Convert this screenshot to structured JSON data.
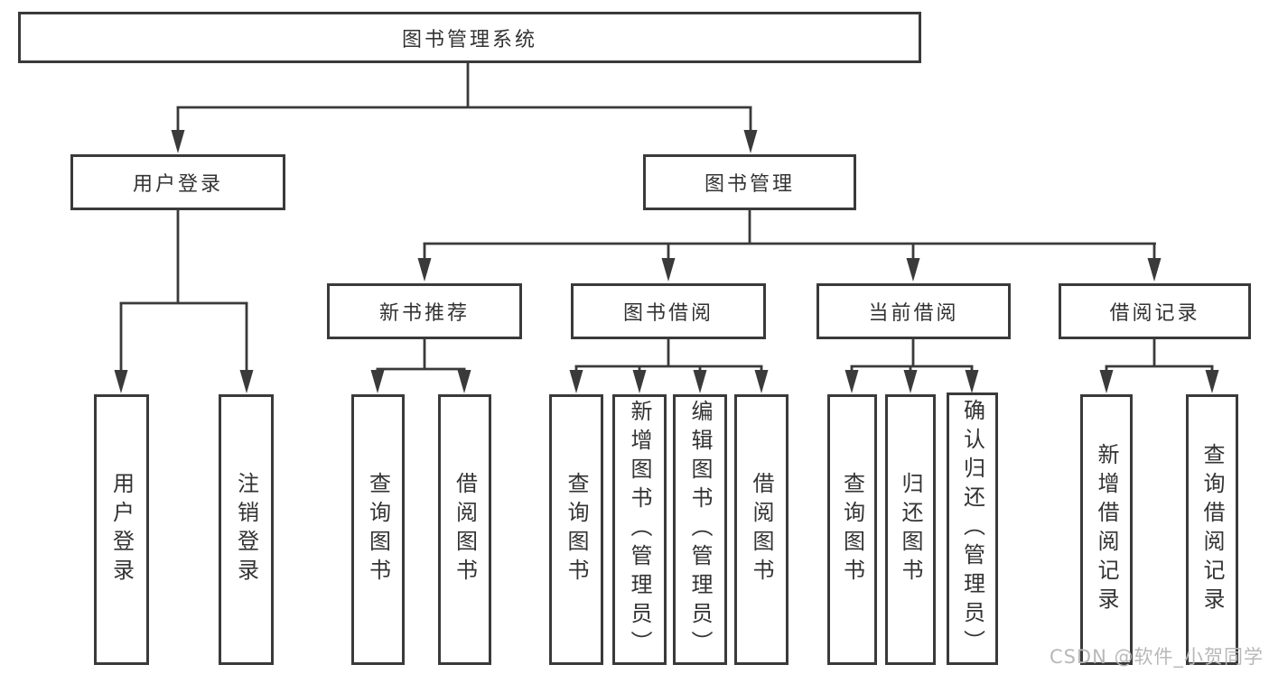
{
  "tree": {
    "root": {
      "label": "图书管理系统"
    },
    "user_login": {
      "label": "用户登录",
      "children": [
        {
          "label": "用户登录"
        },
        {
          "label": "注销登录"
        }
      ]
    },
    "book_mgmt": {
      "label": "图书管理",
      "sections": {
        "new_books": {
          "label": "新书推荐",
          "children": [
            {
              "label": "查询图书"
            },
            {
              "label": "借阅图书"
            }
          ]
        },
        "book_borrow": {
          "label": "图书借阅",
          "children": [
            {
              "label": "查询图书"
            },
            {
              "label": "新增图书（管理员）"
            },
            {
              "label": "编辑图书（管理员）"
            },
            {
              "label": "借阅图书"
            }
          ]
        },
        "current_borrow": {
          "label": "当前借阅",
          "children": [
            {
              "label": "查询图书"
            },
            {
              "label": "归还图书"
            },
            {
              "label": "确认归还（管理员）"
            }
          ]
        },
        "borrow_records": {
          "label": "借阅记录",
          "children": [
            {
              "label": "新增借阅记录"
            },
            {
              "label": "查询借阅记录"
            }
          ]
        }
      }
    }
  },
  "watermark": "CSDN @软件_小贺同学",
  "colors": {
    "line": "#3a3a3a",
    "text": "#333333",
    "box_background": "#ffffff",
    "watermark": "#b8b8b8",
    "background": "#ffffff"
  }
}
